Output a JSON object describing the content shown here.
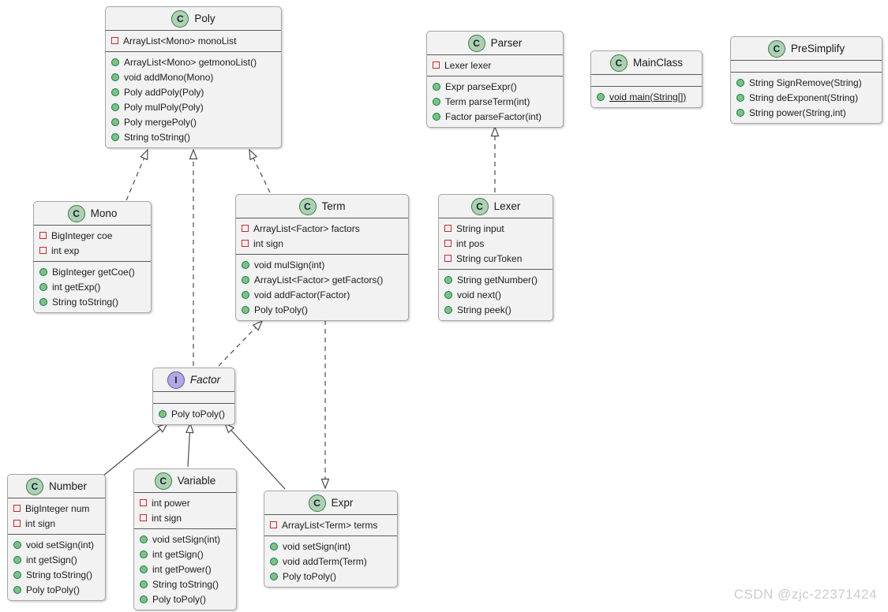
{
  "watermark": "CSDN @zjc-22371424",
  "colors": {
    "box_background": "#F2F2F2",
    "box_border": "#A5A5A5",
    "section_separator": "#5A5A5A",
    "class_icon_bg": "#ADD1B2",
    "interface_icon_bg": "#B4A7E5",
    "private_field_bullet": "#C82930",
    "public_method_bullet": "#84BE84",
    "edge_color": "#4B4B4B",
    "watermark_color": "#CBCBCB"
  },
  "classes": [
    {
      "id": "poly",
      "kind": "class",
      "icon": "C",
      "name": "Poly",
      "fields": [
        {
          "text": "ArrayList<Mono> monoList"
        }
      ],
      "methods": [
        {
          "text": "ArrayList<Mono> getmonoList()"
        },
        {
          "text": "void addMono(Mono)"
        },
        {
          "text": "Poly addPoly(Poly)"
        },
        {
          "text": "Poly mulPoly(Poly)"
        },
        {
          "text": "Poly mergePoly()"
        },
        {
          "text": "String toString()"
        }
      ]
    },
    {
      "id": "parser",
      "kind": "class",
      "icon": "C",
      "name": "Parser",
      "fields": [
        {
          "text": "Lexer lexer"
        }
      ],
      "methods": [
        {
          "text": "Expr parseExpr()"
        },
        {
          "text": "Term parseTerm(int)"
        },
        {
          "text": "Factor parseFactor(int)"
        }
      ]
    },
    {
      "id": "mainclass",
      "kind": "class",
      "icon": "C",
      "name": "MainClass",
      "fields": [],
      "methods": [
        {
          "text": "void main(String[])",
          "static": true
        }
      ]
    },
    {
      "id": "presimplify",
      "kind": "class",
      "icon": "C",
      "name": "PreSimplify",
      "fields": [],
      "methods": [
        {
          "text": "String SignRemove(String)"
        },
        {
          "text": "String deExponent(String)"
        },
        {
          "text": "String power(String,int)"
        }
      ]
    },
    {
      "id": "mono",
      "kind": "class",
      "icon": "C",
      "name": "Mono",
      "fields": [
        {
          "text": "BigInteger coe"
        },
        {
          "text": "int exp"
        }
      ],
      "methods": [
        {
          "text": "BigInteger getCoe()"
        },
        {
          "text": "int getExp()"
        },
        {
          "text": "String toString()"
        }
      ]
    },
    {
      "id": "term",
      "kind": "class",
      "icon": "C",
      "name": "Term",
      "fields": [
        {
          "text": "ArrayList<Factor> factors"
        },
        {
          "text": "int sign"
        }
      ],
      "methods": [
        {
          "text": "void mulSign(int)"
        },
        {
          "text": "ArrayList<Factor> getFactors()"
        },
        {
          "text": "void addFactor(Factor)"
        },
        {
          "text": "Poly toPoly()"
        }
      ]
    },
    {
      "id": "lexer",
      "kind": "class",
      "icon": "C",
      "name": "Lexer",
      "fields": [
        {
          "text": "String input"
        },
        {
          "text": "int pos"
        },
        {
          "text": "String curToken"
        }
      ],
      "methods": [
        {
          "text": "String getNumber()"
        },
        {
          "text": "void next()"
        },
        {
          "text": "String peek()"
        }
      ]
    },
    {
      "id": "factor",
      "kind": "interface",
      "icon": "I",
      "name": "Factor",
      "fields": [],
      "methods": [
        {
          "text": "Poly toPoly()"
        }
      ]
    },
    {
      "id": "number",
      "kind": "class",
      "icon": "C",
      "name": "Number",
      "fields": [
        {
          "text": "BigInteger num"
        },
        {
          "text": "int sign"
        }
      ],
      "methods": [
        {
          "text": "void setSign(int)"
        },
        {
          "text": "int getSign()"
        },
        {
          "text": "String toString()"
        },
        {
          "text": "Poly toPoly()"
        }
      ]
    },
    {
      "id": "variable",
      "kind": "class",
      "icon": "C",
      "name": "Variable",
      "fields": [
        {
          "text": "int power"
        },
        {
          "text": "int sign"
        }
      ],
      "methods": [
        {
          "text": "void setSign(int)"
        },
        {
          "text": "int getSign()"
        },
        {
          "text": "int getPower()"
        },
        {
          "text": "String toString()"
        },
        {
          "text": "Poly toPoly()"
        }
      ]
    },
    {
      "id": "expr",
      "kind": "class",
      "icon": "C",
      "name": "Expr",
      "fields": [
        {
          "text": "ArrayList<Term> terms"
        }
      ],
      "methods": [
        {
          "text": "void setSign(int)"
        },
        {
          "text": "void addTerm(Term)"
        },
        {
          "text": "Poly toPoly()"
        }
      ]
    }
  ],
  "edges": [
    {
      "from": "Mono",
      "to": "Poly",
      "line": "dashed",
      "head": "hollow-triangle"
    },
    {
      "from": "Factor",
      "to": "Poly",
      "line": "dashed",
      "head": "hollow-triangle"
    },
    {
      "from": "Term",
      "to": "Poly",
      "line": "dashed",
      "head": "hollow-triangle"
    },
    {
      "from": "Lexer",
      "to": "Parser",
      "line": "dashed",
      "head": "hollow-triangle"
    },
    {
      "from": "Factor",
      "to": "Term",
      "line": "dashed",
      "head": "hollow-triangle"
    },
    {
      "from": "Term",
      "to": "Expr",
      "line": "dashed",
      "head": "hollow-triangle"
    },
    {
      "from": "Number",
      "to": "Factor",
      "line": "solid",
      "head": "hollow-triangle"
    },
    {
      "from": "Variable",
      "to": "Factor",
      "line": "solid",
      "head": "hollow-triangle"
    },
    {
      "from": "Expr",
      "to": "Factor",
      "line": "solid",
      "head": "hollow-triangle"
    }
  ]
}
